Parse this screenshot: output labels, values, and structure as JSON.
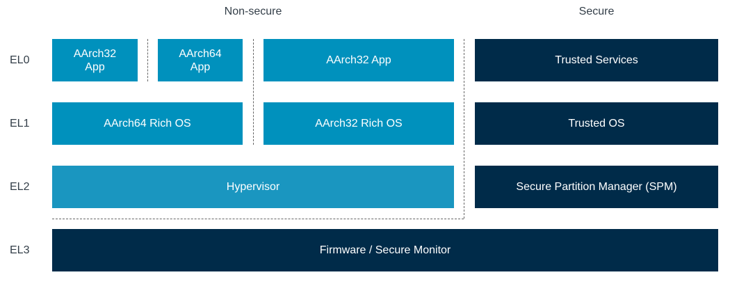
{
  "headers": {
    "non_secure": "Non-secure",
    "secure": "Secure"
  },
  "levels": {
    "el0": "EL0",
    "el1": "EL1",
    "el2": "EL2",
    "el3": "EL3"
  },
  "boxes": {
    "el0_aarch32_app": {
      "line1": "AArch32",
      "line2": "App"
    },
    "el0_aarch64_app": {
      "line1": "AArch64",
      "line2": "App"
    },
    "el0_aarch32_app_wide": "AArch32 App",
    "el0_trusted_services": "Trusted Services",
    "el1_aarch64_rich_os": "AArch64 Rich OS",
    "el1_aarch32_rich_os": "AArch32 Rich OS",
    "el1_trusted_os": "Trusted OS",
    "el2_hypervisor": "Hypervisor",
    "el2_spm": "Secure Partition Manager (SPM)",
    "el3_firmware": "Firmware / Secure Monitor"
  },
  "colors": {
    "normal_world": "#0091bd",
    "hypervisor": "#1a96c0",
    "secure_world": "#002b49",
    "label_text": "#333e48"
  }
}
